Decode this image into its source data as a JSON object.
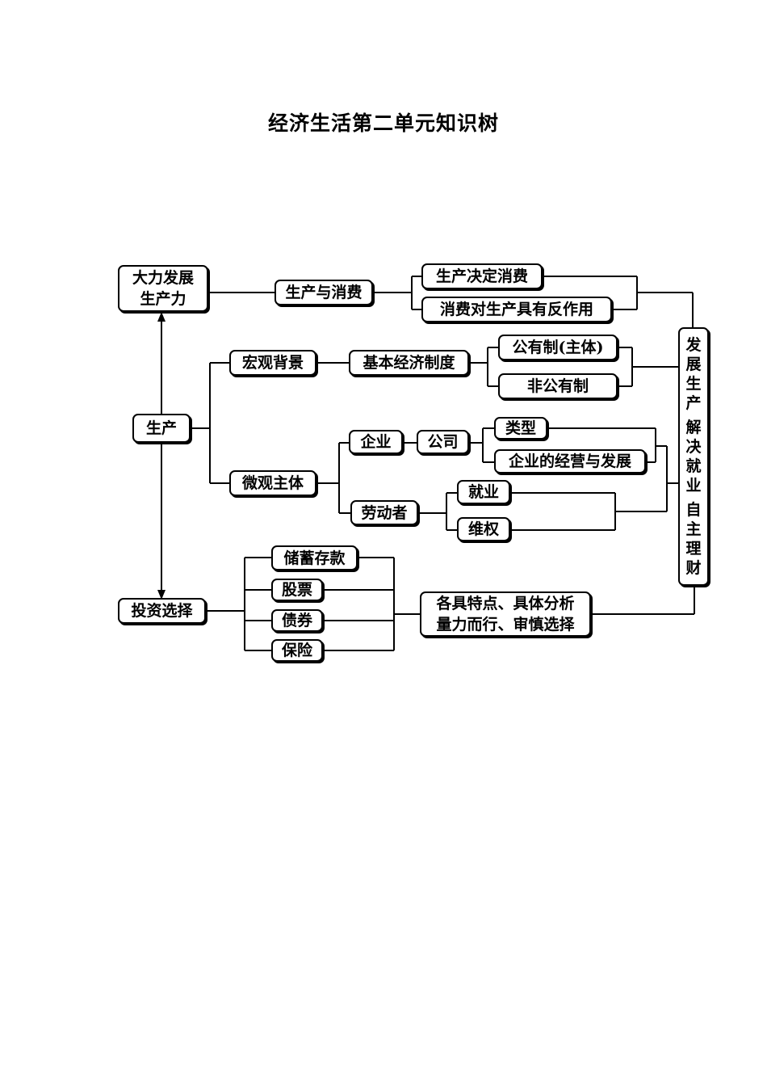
{
  "title": "经济生活第二单元知识树",
  "nodes": {
    "dali": [
      "大力发展",
      "生产力"
    ],
    "shengchan_xiaofei": "生产与消费",
    "jueding": "生产决定消费",
    "fanzuoyong": "消费对生产具有反作用",
    "hongguan": "宏观背景",
    "jiben": "基本经济制度",
    "gongyou": "公有制(主体)",
    "feigongyou": "非公有制",
    "shengchan": "生产",
    "weiguan": "微观主体",
    "qiye": "企业",
    "gongsi": "公司",
    "leixing": "类型",
    "jingying": "企业的经营与发展",
    "laodongzhe": "劳动者",
    "jiuye": "就业",
    "weiquan": "维权",
    "touzi": "投资选择",
    "chuxu": "储蓄存款",
    "gupiao": "股票",
    "zhaiquan": "债券",
    "baoxian": "保险",
    "tedian": [
      "各具特点、具体分析",
      "量力而行、审慎选择"
    ],
    "fazhan": [
      "发",
      "展",
      "生",
      "产",
      "",
      "解",
      "决",
      "就",
      "业",
      "",
      "自",
      "主",
      "理",
      "财"
    ]
  }
}
